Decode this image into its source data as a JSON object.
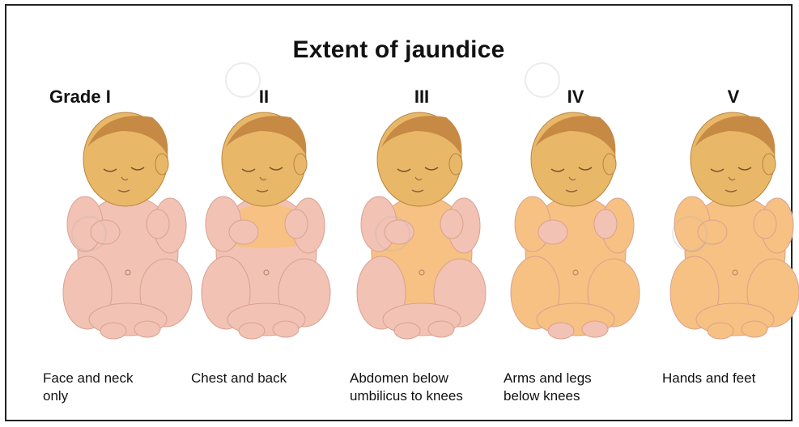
{
  "title": "Extent of jaundice",
  "grades": [
    {
      "label": "Grade I",
      "caption": "Face and neck only"
    },
    {
      "label": "II",
      "caption": "Chest and back"
    },
    {
      "label": "III",
      "caption": "Abdomen below umbilicus to knees"
    },
    {
      "label": "IV",
      "caption": "Arms and legs below knees"
    },
    {
      "label": "V",
      "caption": "Hands and feet"
    }
  ],
  "colors": {
    "normal_skin": "#F2C2B4",
    "normal_skin_shadow": "#D9A191",
    "jaundice_skin": "#F6C182",
    "jaundice_face": "#E8B868",
    "hair": "#C68A45"
  }
}
